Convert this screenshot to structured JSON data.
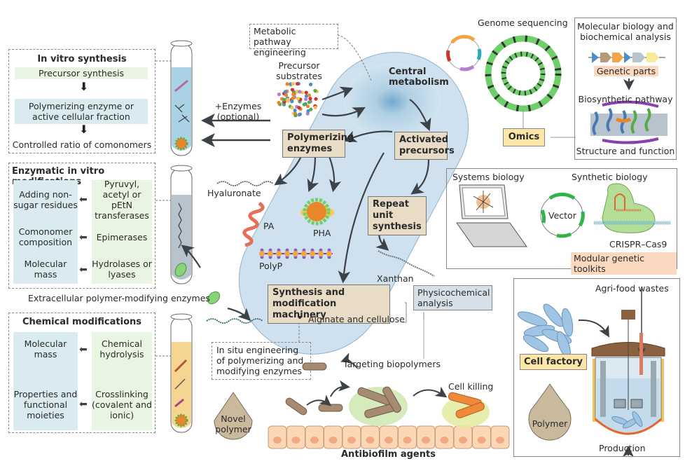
{
  "in_vitro_synthesis": {
    "title": "In vitro synthesis",
    "steps": [
      "Precursor synthesis",
      "Polymerizing enzyme or active cellular fraction",
      "Controlled ratio of comonomers"
    ]
  },
  "enzymatic_modifications": {
    "title": "Enzymatic in vitro modifications",
    "rows": [
      {
        "effect": "Adding non-sugar residues",
        "enzyme": "Pyruvyl, acetyl or pEtN transferases"
      },
      {
        "effect": "Comonomer composition",
        "enzyme": "Epimerases"
      },
      {
        "effect": "Molecular mass",
        "enzyme": "Hydrolases or lyases"
      }
    ]
  },
  "extracellular_label": "Extracellular polymer-modifying enzymes",
  "chemical_modifications": {
    "title": "Chemical modifications",
    "rows": [
      {
        "effect": "Molecular mass",
        "method": "Chemical hydrolysis"
      },
      {
        "effect": "Properties and functional moieties",
        "method": "Crosslinking (covalent and ionic)"
      }
    ]
  },
  "cell": {
    "metabolic_engineering": "Metabolic pathway engineering",
    "precursor_substrates": "Precursor substrates",
    "enzymes_optional": "+Enzymes (optional)",
    "central_metabolism": "Central metabolism",
    "polymerizing_enzymes": "Polymerizing enzymes",
    "activated_precursors": "Activated precursors",
    "repeat_unit_synthesis": "Repeat unit synthesis",
    "synthesis_machinery": "Synthesis and modification machinery",
    "alginate_cellulose": "Alginate and cellulose",
    "in_situ_engineering": "In situ engineering of polymerizing and modifying enzymes",
    "products": {
      "hyaluronate": "Hyaluronate",
      "pa": "PA",
      "pha": "PHA",
      "polyp": "PolyP",
      "xanthan": "Xanthan"
    }
  },
  "physicochemical": "Physicochemical analysis",
  "antibiofilm": {
    "novel_polymer": "Novel polymer",
    "targeting": "Targeting biopolymers",
    "cell_killing": "Cell killing",
    "title": "Antibiofilm agents"
  },
  "omics": {
    "genome_sequencing": "Genome sequencing",
    "omics_label": "Omics",
    "molbio_title": "Molecular biology and biochemical analysis",
    "genetic_parts": "Genetic parts",
    "biosynthetic_pathway": "Biosynthetic pathway",
    "structure_function": "Structure and function"
  },
  "toolkits": {
    "systems_biology": "Systems biology",
    "synthetic_biology": "Synthetic biology",
    "vector": "Vector",
    "crispr": "CRISPR–Cas9",
    "modular": "Modular genetic toolkits"
  },
  "factory": {
    "agri_food": "Agri-food wastes",
    "cell_factory": "Cell factory",
    "polymer": "Polymer",
    "production": "Production"
  },
  "colors": {
    "cell_fill": "#cfe1ee",
    "box_tan": "#e9dcc6",
    "box_green": "#e8f5e2",
    "box_blue": "#d9eaf1",
    "omics_yellow": "#fbe6a8",
    "peach": "#fbd9c0",
    "arrow": "#3d4248"
  }
}
